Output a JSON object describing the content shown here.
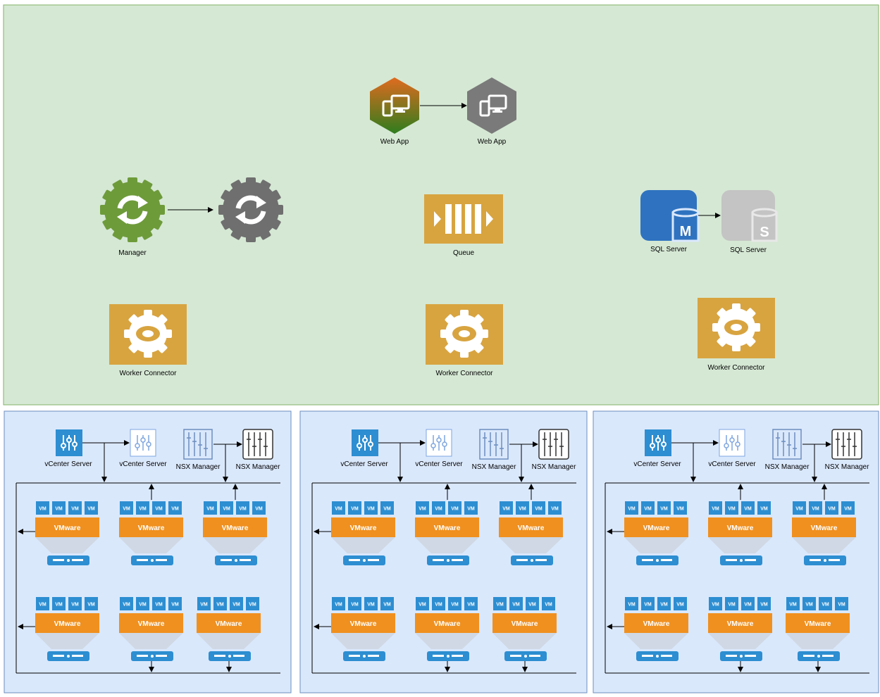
{
  "top": {
    "web_app_primary": "Web App",
    "web_app_secondary": "Web App",
    "manager": "Manager",
    "queue": "Queue",
    "sql_primary": "SQL Server",
    "sql_primary_letter": "M",
    "sql_secondary": "SQL Server",
    "sql_secondary_letter": "S",
    "worker_left": "Worker Connector",
    "worker_center": "Worker Connector",
    "worker_right": "Worker Connector"
  },
  "cluster": {
    "vcenter_primary": "vCenter Server",
    "vcenter_secondary": "vCenter Server",
    "nsx_primary": "NSX Manager",
    "nsx_secondary": "NSX Manager",
    "vm": "VM",
    "vmware": "VMware"
  },
  "colors": {
    "top_bg": "#d5e8d4",
    "cluster_bg": "#dae8fc",
    "aws_gold": "#d8a440",
    "vmware_orange": "#f0901f",
    "vm_blue": "#2d8ed1",
    "manager_green": "#6e9b3a",
    "sql_blue": "#2f73c0"
  }
}
